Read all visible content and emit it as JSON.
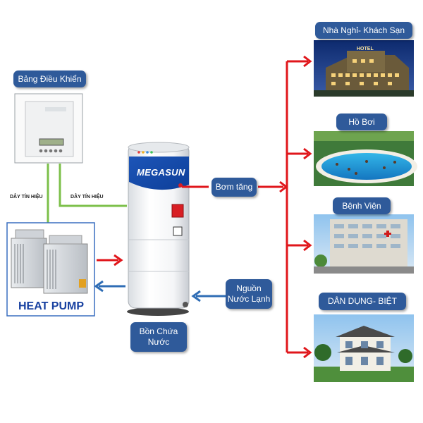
{
  "labels": {
    "control_panel": "Bảng Điều Khiển",
    "signal_wire_left": "DÂY TÍN HIỆU",
    "signal_wire_right": "DÂY TÍN HIỆU",
    "heat_pump": "HEAT PUMP",
    "tank_brand": "MEGASUN",
    "booster_pump": "Bơm tăng",
    "cold_water_source": "Nguồn\nNước Lạnh",
    "storage_tank": "Bồn Chứa\nNước",
    "hotel": "Nhà Nghỉ- Khách Sạn",
    "hotel_sign": "HOTEL",
    "pool": "Hồ Bơi",
    "hospital": "Bệnh Viện",
    "residential": "DÂN DỤNG- BIỆT"
  },
  "colors": {
    "box_blue": "#2f5a9a",
    "arrow_red": "#e0161b",
    "arrow_blue": "#2f6db5",
    "wire_green": "#7cc04a"
  }
}
